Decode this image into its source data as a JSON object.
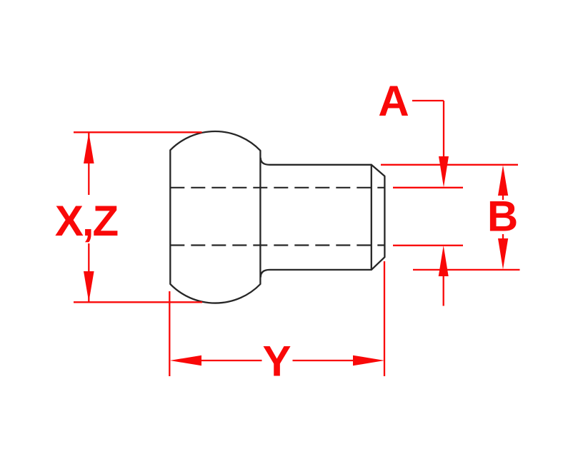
{
  "drawing": {
    "type": "technical-dimension-drawing",
    "part": "swage ball shank fitting side view",
    "dimension_labels": {
      "height": "X,Z",
      "bore": "A",
      "shank_diameter": "B",
      "length": "Y"
    },
    "colors": {
      "dimension": "#f90808",
      "outline": "#262626",
      "background": "#ffffff"
    }
  }
}
